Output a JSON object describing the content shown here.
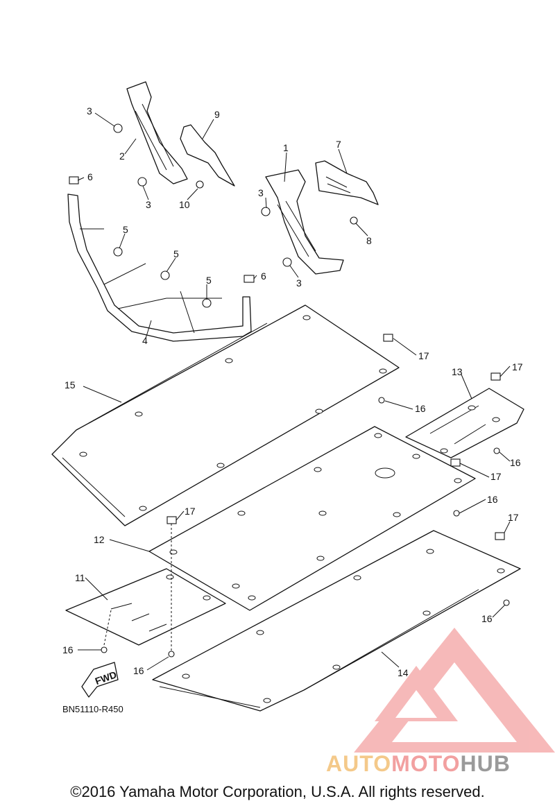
{
  "labels": {
    "l1": "1",
    "l2": "2",
    "l3a": "3",
    "l3b": "3",
    "l3c": "3",
    "l3d": "3",
    "l4": "4",
    "l5a": "5",
    "l5b": "5",
    "l5c": "5",
    "l6a": "6",
    "l6b": "6",
    "l7": "7",
    "l8": "8",
    "l9": "9",
    "l10": "10",
    "l11": "11",
    "l12": "12",
    "l13": "13",
    "l14": "14",
    "l15": "15",
    "l16a": "16",
    "l16b": "16",
    "l16c": "16",
    "l16d": "16",
    "l16e": "16",
    "l16f": "16",
    "l17a": "17",
    "l17b": "17",
    "l17c": "17",
    "l17d": "17",
    "l17e": "17"
  },
  "fwd": "FWD",
  "diagram_code": "BN51110-R450",
  "watermark": {
    "part1": "AUTO",
    "part2": "MOTO",
    "part3": "HUB",
    "colors": [
      "#f4c98a",
      "#f2a0a0",
      "#9a9a9a"
    ]
  },
  "copyright": "©2016 Yamaha Motor Corporation, U.S.A. All rights reserved."
}
